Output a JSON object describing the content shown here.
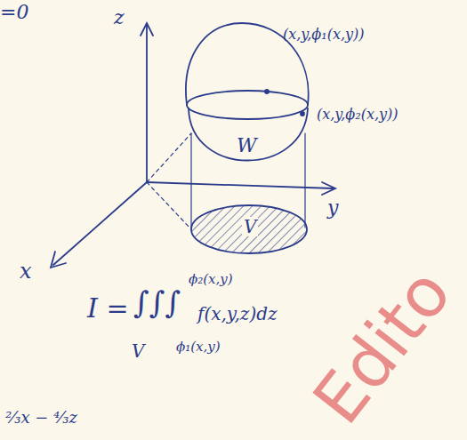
{
  "diagram": {
    "labels": [
      "=0",
      "z",
      "x",
      "y",
      "(x,y,ϕ₁(x,y))",
      "(x,y,ϕ₂(x,y))",
      "W",
      "V",
      "I =",
      "∫∫∫",
      "ϕ₂(x,y)",
      "f(x,y,z)dz",
      "V",
      "ϕ₁(x,y)",
      "²⁄₃x − ⁴⁄₃z",
      "Edito"
    ]
  }
}
